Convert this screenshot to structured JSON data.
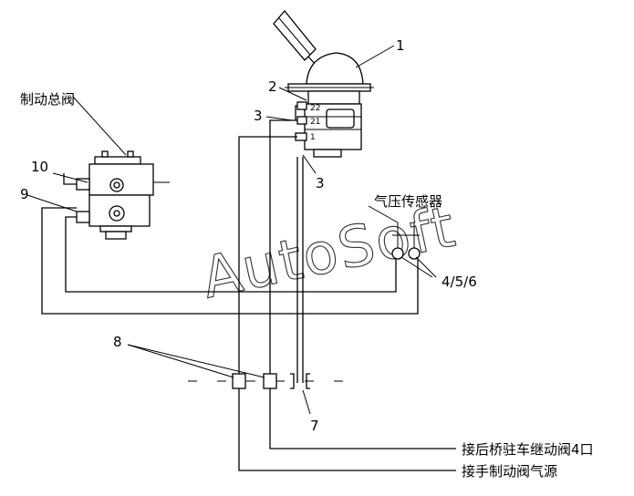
{
  "labels": {
    "brake_master_valve": "制动总阀",
    "pressure_sensor": "气压传感器",
    "to_rear_axle_relay": "接后桥驻车继动阀4口",
    "to_hand_brake_supply": "接手制动阀气源"
  },
  "callouts": {
    "n1": "1",
    "n2": "2",
    "n3a": "3",
    "n3b": "3",
    "n4_5_6": "4/5/6",
    "n7": "7",
    "n8": "8",
    "n9": "9",
    "n10": "10"
  },
  "ports": {
    "p22": "22",
    "p21": "21",
    "p1": "1"
  },
  "watermark": "AutoSoft"
}
